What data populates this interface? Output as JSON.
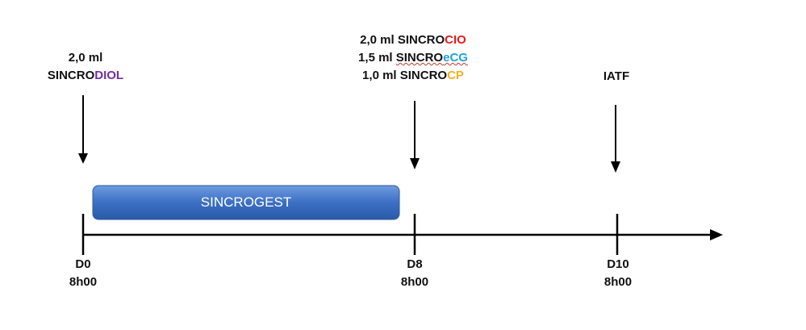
{
  "colors": {
    "diol": "#7030a0",
    "cio": "#e31c1c",
    "ecg": "#1fa2d9",
    "cp": "#f5b120",
    "bar": "#3a6fc0"
  },
  "d0_dose": {
    "amount": "2,0 ml",
    "prefix": "SINCRO",
    "suffix": "DIOL"
  },
  "d8_doses": [
    {
      "amount": "2,0 ml",
      "prefix": "SINCRO",
      "suffix": "CIO"
    },
    {
      "amount": "1,5 ml",
      "prefix": "SINCRO",
      "suffix": "eCG"
    },
    {
      "amount": "1,0 ml",
      "prefix": "SINCRO",
      "suffix": "CP"
    }
  ],
  "d10_event": "IATF",
  "bar_label": "SINCROGEST",
  "days": [
    {
      "day": "D0",
      "time": "8h00"
    },
    {
      "day": "D8",
      "time": "8h00"
    },
    {
      "day": "D10",
      "time": "8h00"
    }
  ]
}
